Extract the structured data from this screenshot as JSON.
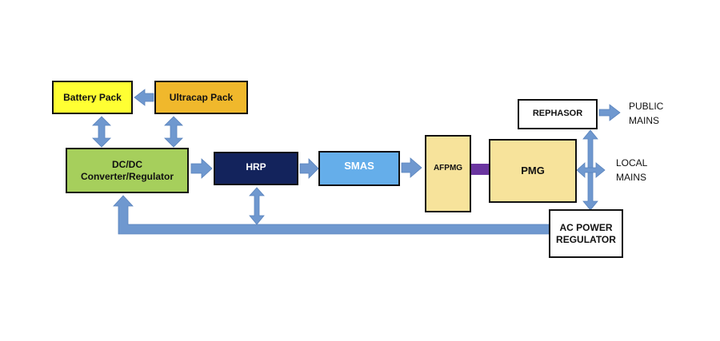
{
  "diagram": {
    "blocks": {
      "battery": {
        "label": "Battery Pack",
        "color": "#FFFF33"
      },
      "ultracap": {
        "label": "Ultracap Pack",
        "color": "#F0B82C"
      },
      "dcdc": {
        "label": "DC/DC\nConverter/Regulator",
        "color": "#A6CF5C"
      },
      "hrp": {
        "label": "HRP",
        "color": "#13235C"
      },
      "smas": {
        "label": "SMAS",
        "color": "#65AEEA"
      },
      "afpmg": {
        "label": "AFPMG",
        "color": "#F7E39B"
      },
      "pmg": {
        "label": "PMG",
        "color": "#F7E39B"
      },
      "rephasor": {
        "label": "REPHASOR",
        "color": "#FFFFFF"
      },
      "ac_regulator": {
        "label": "AC POWER\nREGULATOR",
        "color": "#FFFFFF"
      }
    },
    "labels": {
      "public_mains": "PUBLIC\nMAINS",
      "local_mains": "LOCAL\nMAINS"
    },
    "colors": {
      "arrow": "#6F98CF",
      "arrow_edge": "#5A83BC",
      "coupler": "#6A35A0"
    }
  }
}
